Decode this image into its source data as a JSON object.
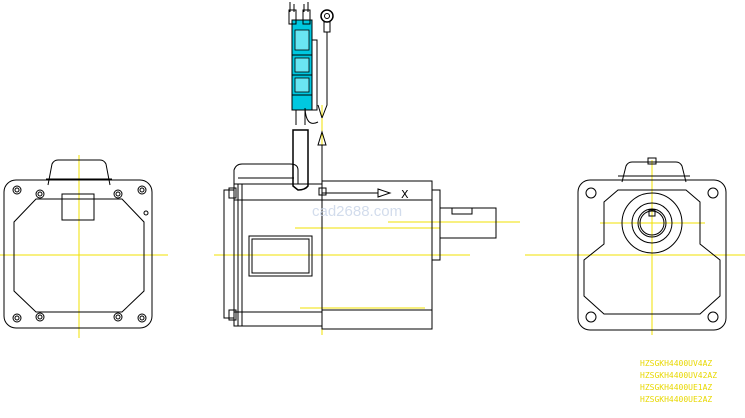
{
  "watermark": "cad2688.com",
  "axis_mark": "X",
  "part_numbers": [
    "HZSGKH4400UV4AZ",
    "HZSGKH4400UV42AZ",
    "HZSGKH4400UE1AZ",
    "HZSGKH4400UE2AZ"
  ],
  "colors": {
    "line": "#000000",
    "centerline": "#f2e000",
    "connector": "#00c8e0",
    "label": "#e8d800"
  }
}
